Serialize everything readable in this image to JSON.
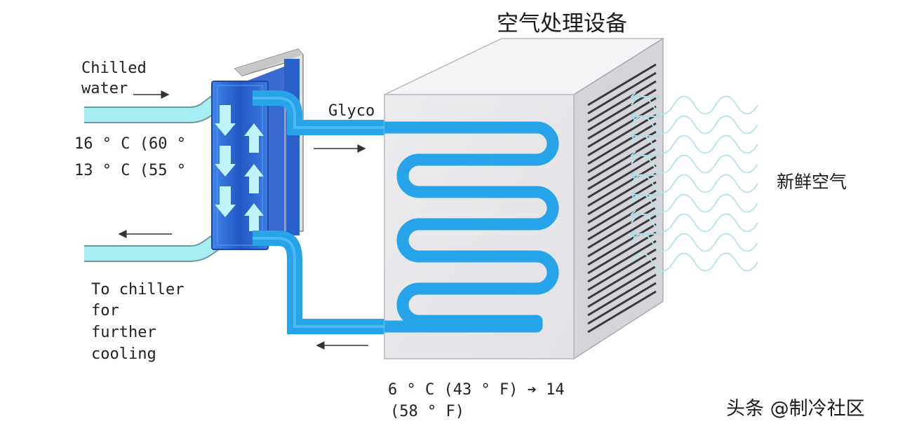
{
  "labels": {
    "ahu_title": "空气处理设备",
    "chilled_water_line1": "Chilled",
    "chilled_water_line2": "water",
    "glyco": "Glyco",
    "temp_in": "16 ° C (60 °",
    "temp_out": "13 ° C (55 °",
    "return_line1": "To chiller",
    "return_line2": "for",
    "return_line3": "further",
    "return_line4": "cooling",
    "fresh_air": "新鲜空气",
    "coil_temp_line1": "6 ° C (43 ° F) ➔ 14",
    "coil_temp_line2": "(58 ° F)",
    "watermark": "头条 @制冷社区"
  },
  "colors": {
    "water_pipe": "#a6eef4",
    "glycol_pipe": "#27a3ea",
    "heat_exchanger": "#2f6fd6",
    "ahu_face": "#e9e9ec",
    "ahu_side": "#d6d6da",
    "air_waves": "#b9e4ea"
  },
  "icons": {
    "flow_arrow": "arrow-icon",
    "air_wave": "wave-icon"
  }
}
